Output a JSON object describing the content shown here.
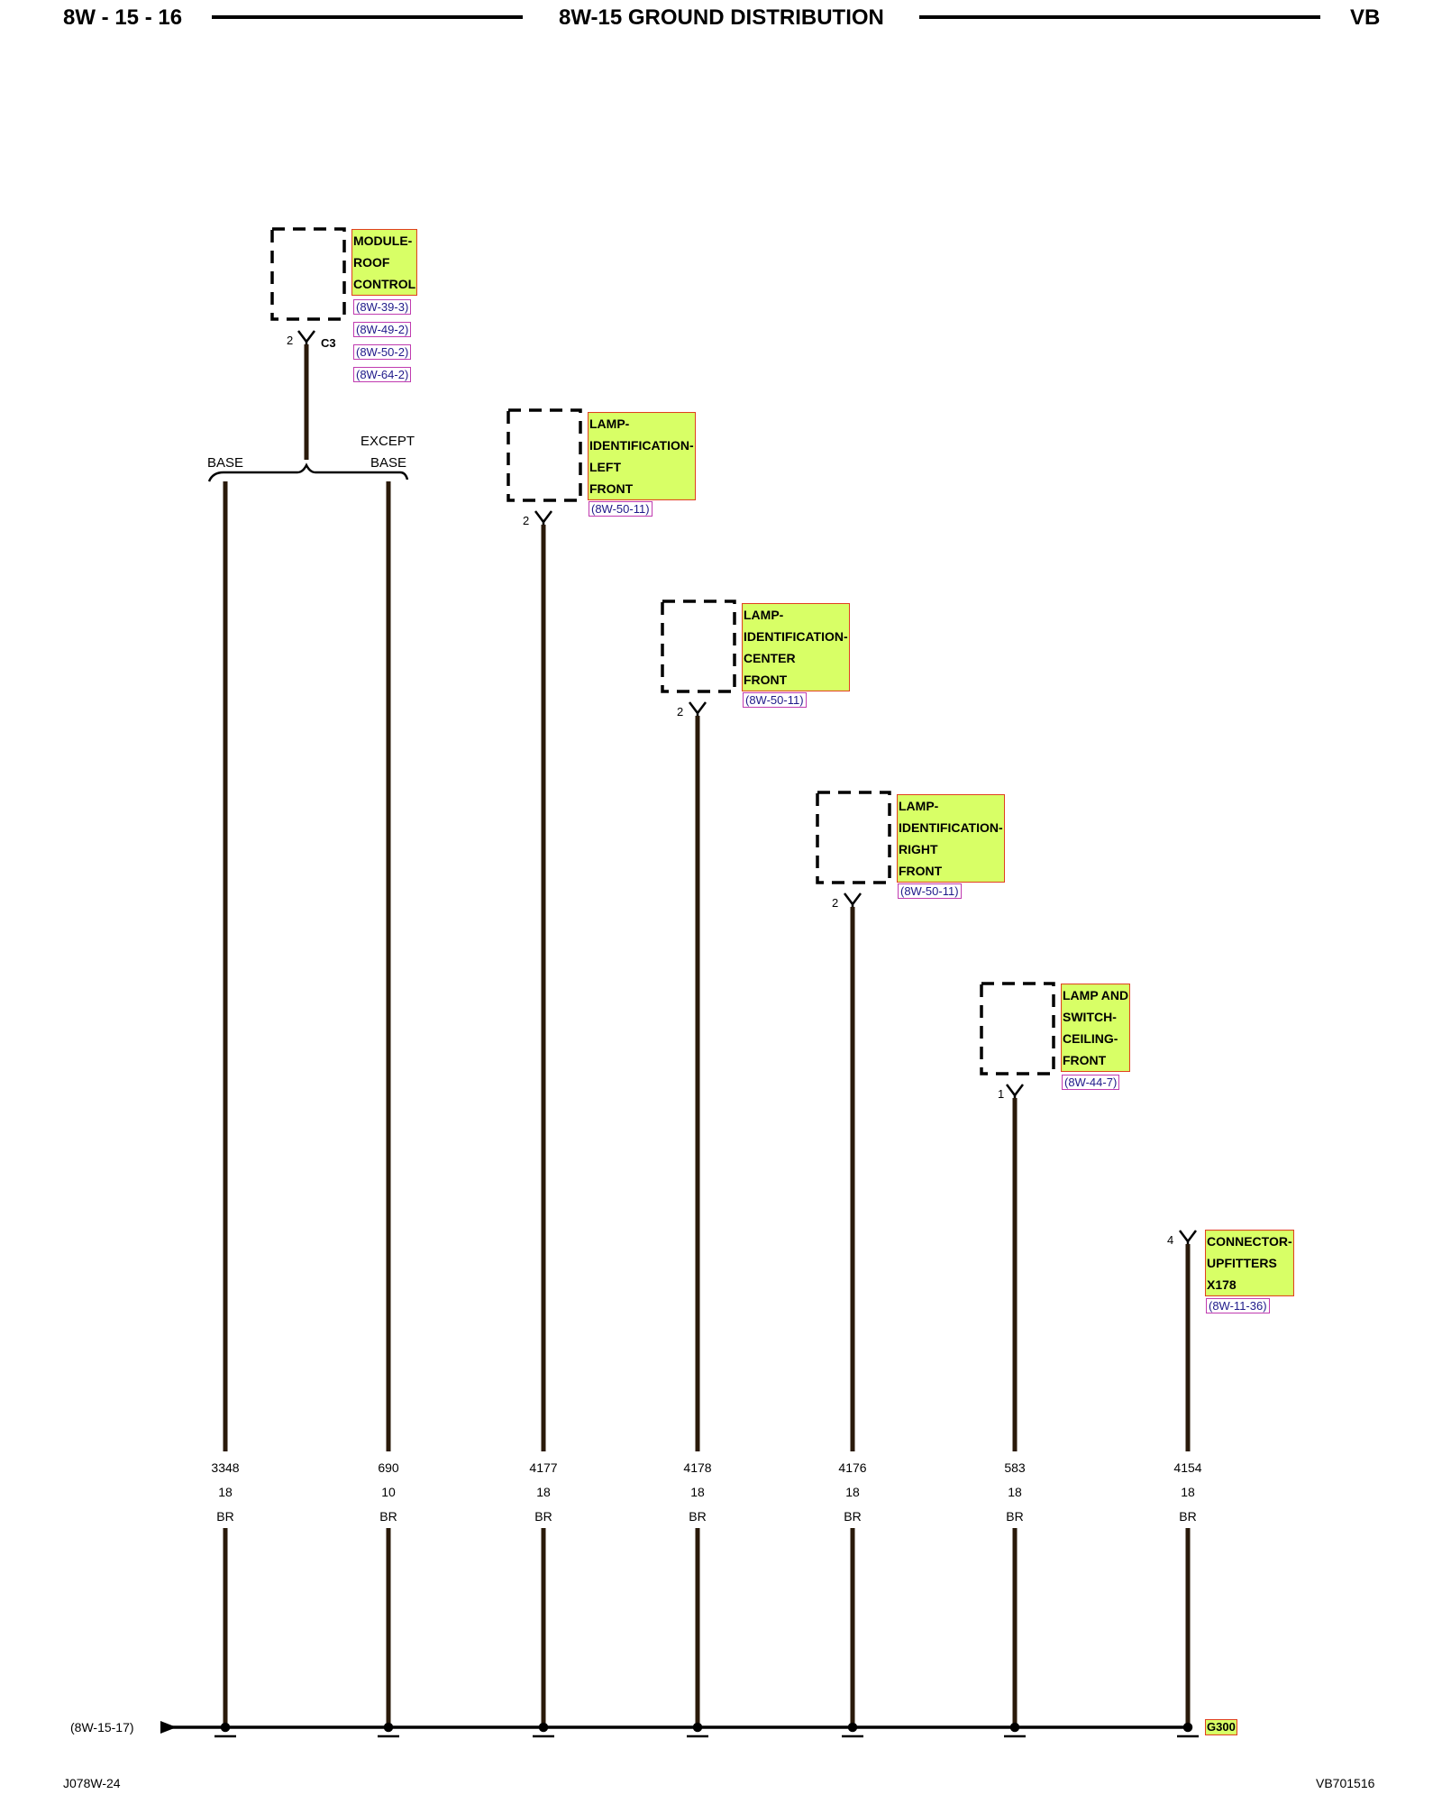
{
  "header": {
    "page": "8W - 15 - 16",
    "title": "8W-15 GROUND DISTRIBUTION",
    "model": "VB"
  },
  "components": [
    {
      "id": "roof",
      "lines": [
        "MODULE-",
        "ROOF",
        "CONTROL"
      ],
      "refs": [
        "(8W-39-3)",
        "(8W-49-2)",
        "(8W-50-2)",
        "(8W-64-2)"
      ],
      "pin": "2",
      "connector": "C3"
    },
    {
      "id": "left",
      "lines": [
        "LAMP-",
        "IDENTIFICATION-",
        "LEFT",
        "FRONT"
      ],
      "refs": [
        "(8W-50-11)"
      ],
      "pin": "2"
    },
    {
      "id": "center",
      "lines": [
        "LAMP-",
        "IDENTIFICATION-",
        "CENTER",
        "FRONT"
      ],
      "refs": [
        "(8W-50-11)"
      ],
      "pin": "2"
    },
    {
      "id": "right",
      "lines": [
        "LAMP-",
        "IDENTIFICATION-",
        "RIGHT",
        "FRONT"
      ],
      "refs": [
        "(8W-50-11)"
      ],
      "pin": "2"
    },
    {
      "id": "ceiling",
      "lines": [
        "LAMP AND",
        "SWITCH-",
        "CEILING-",
        "FRONT"
      ],
      "refs": [
        "(8W-44-7)"
      ],
      "pin": "1"
    },
    {
      "id": "upfit",
      "lines": [
        "CONNECTOR-",
        "UPFITTERS",
        "X178"
      ],
      "refs": [
        "(8W-11-36)"
      ],
      "pin": "4"
    }
  ],
  "options": {
    "base": "BASE",
    "except_top": "EXCEPT",
    "except_bottom": "BASE"
  },
  "wires": [
    {
      "circuit": "3348",
      "gauge": "18",
      "color": "BR"
    },
    {
      "circuit": "690",
      "gauge": "10",
      "color": "BR"
    },
    {
      "circuit": "4177",
      "gauge": "18",
      "color": "BR"
    },
    {
      "circuit": "4178",
      "gauge": "18",
      "color": "BR"
    },
    {
      "circuit": "4176",
      "gauge": "18",
      "color": "BR"
    },
    {
      "circuit": "583",
      "gauge": "18",
      "color": "BR"
    },
    {
      "circuit": "4154",
      "gauge": "18",
      "color": "BR"
    }
  ],
  "ground": {
    "id": "G300",
    "from_ref": "(8W-15-17)"
  },
  "footer": {
    "left": "J078W-24",
    "right": "VB701516"
  },
  "colors": {
    "label_fill": "#d8ff66",
    "label_border": "#e0401f",
    "ref_border": "#c03bb0",
    "ref_text": "#1f1a8a"
  }
}
